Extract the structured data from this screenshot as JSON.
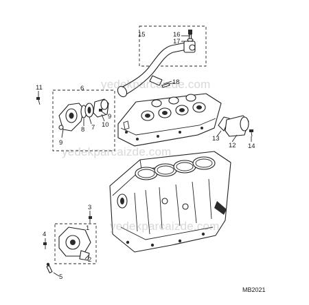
{
  "diagram": {
    "figure_code": "MB2021",
    "watermark": "yedekparcaizde.com",
    "callouts": [
      "1",
      "2",
      "3",
      "4",
      "5",
      "6",
      "7",
      "8",
      "9",
      "9",
      "10",
      "11",
      "12",
      "13",
      "14",
      "15",
      "16",
      "17",
      "18"
    ]
  }
}
